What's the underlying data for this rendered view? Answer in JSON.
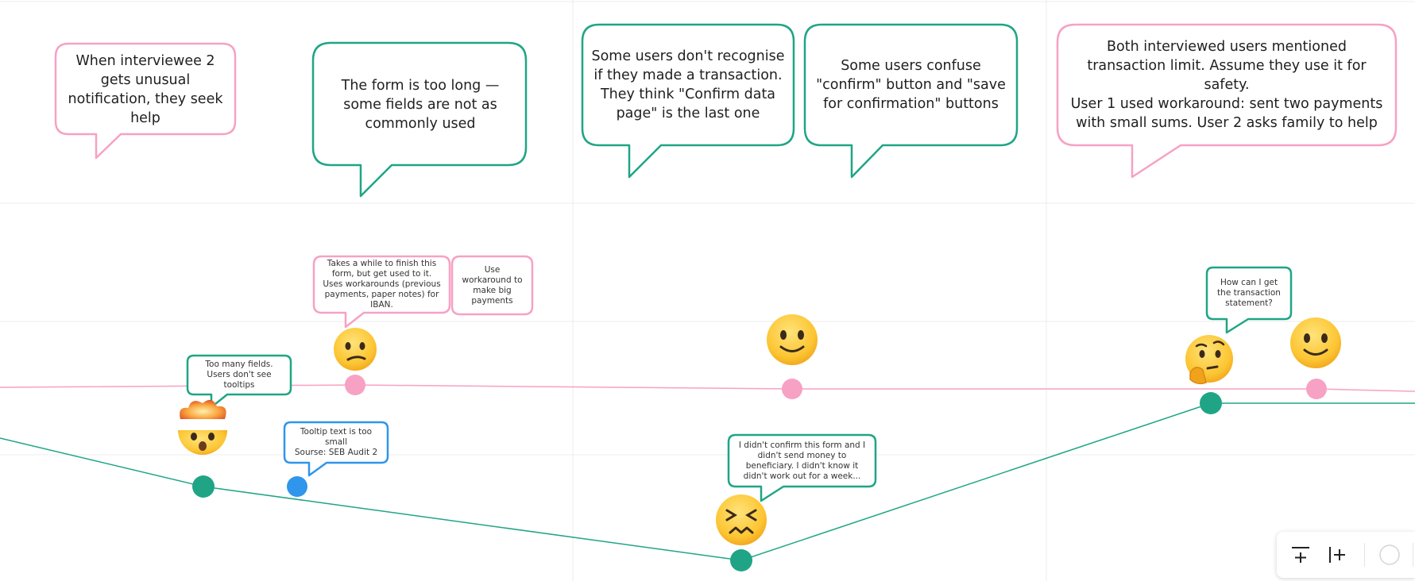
{
  "colors": {
    "pink": "#f7a1c4",
    "teal": "#1fa585",
    "blue": "#2f96ec",
    "grid": "#ececec"
  },
  "top_notes": [
    {
      "text": "When interviewee 2 gets unusual notification, they seek help",
      "color": "pink"
    },
    {
      "text": "The form is too long — some fields are not as commonly used",
      "color": "teal"
    },
    {
      "text": "Some users don't recognise if they made a transaction. They think \"Confirm data page\" is the last one",
      "color": "teal"
    },
    {
      "text": "Some users confuse \"confirm\" button and \"save for confirmation\" buttons",
      "color": "teal"
    },
    {
      "text": "Both interviewed users mentioned transaction limit. Assume they use it for safety.\nUser 1 used workaround: sent two payments with small sums. User 2 asks family to help",
      "color": "pink"
    }
  ],
  "small_notes": [
    {
      "text": "Takes a while to finish this form, but get used to it. Uses workarounds (previous payments, paper notes) for IBAN.",
      "color": "pink"
    },
    {
      "text": "Use workaround to make big payments",
      "color": "pink"
    },
    {
      "text": "Too many fields. Users don't see tooltips",
      "color": "teal"
    },
    {
      "text": "Tooltip text is too small\nSourse: SEB Audit 2",
      "color": "blue"
    },
    {
      "text": "I didn't confirm this form and I didn't send money to beneficiary. I didn't know it didn't work out for a week...",
      "color": "teal"
    },
    {
      "text": "How can I get the transaction statement?",
      "color": "teal"
    }
  ],
  "emotions": [
    {
      "name": "mind-blown",
      "user": "teal"
    },
    {
      "name": "confused",
      "user": "pink"
    },
    {
      "name": "slightly-smiling",
      "user": "pink"
    },
    {
      "name": "confounded",
      "user": "teal"
    },
    {
      "name": "thinking",
      "user": "teal"
    },
    {
      "name": "slightly-smiling",
      "user": "pink"
    }
  ],
  "journey_lines": [
    {
      "user": "pink",
      "color": "pink"
    },
    {
      "user": "teal",
      "color": "teal"
    }
  ],
  "toolbar": {
    "buttons": [
      {
        "icon": "insert-row-icon"
      },
      {
        "icon": "insert-column-icon"
      },
      {
        "icon": "circle-shape-icon"
      }
    ]
  }
}
